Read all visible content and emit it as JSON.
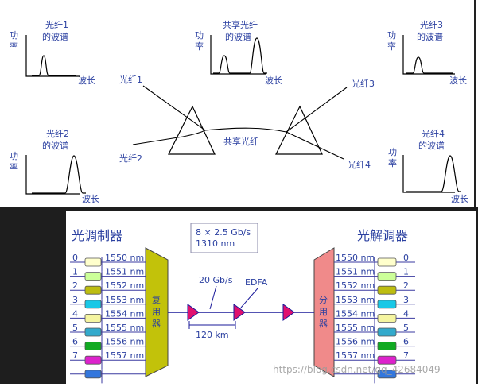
{
  "top": {
    "spectrum_fiber1": {
      "title_line1": "光纤1",
      "title_line2": "的波谱",
      "ylabel_line1": "功",
      "ylabel_line2": "率",
      "xlabel": "波长"
    },
    "spectrum_shared": {
      "title_line1": "共享光纤",
      "title_line2": "的波谱",
      "ylabel_line1": "功",
      "ylabel_line2": "率",
      "xlabel": "波长"
    },
    "spectrum_fiber3": {
      "title_line1": "光纤3",
      "title_line2": "的波谱",
      "ylabel_line1": "功",
      "ylabel_line2": "率",
      "xlabel": "波长"
    },
    "spectrum_fiber2": {
      "title_line1": "光纤2",
      "title_line2": "的波谱",
      "ylabel_line1": "功",
      "ylabel_line2": "率",
      "xlabel": "波长"
    },
    "spectrum_fiber4": {
      "title_line1": "光纤4",
      "title_line2": "的波谱",
      "ylabel_line1": "功",
      "ylabel_line2": "率",
      "xlabel": "波长"
    },
    "fiber_labels": {
      "fiber1": "光纤1",
      "fiber2": "光纤2",
      "fiber3": "光纤3",
      "fiber4": "光纤4",
      "shared": "共享光纤"
    }
  },
  "bottom": {
    "modulator_title": "光调制器",
    "demodulator_title": "光解调器",
    "spec_line1": "8 × 2.5 Gb/s",
    "spec_line2": "1310 nm",
    "rate": "20 Gb/s",
    "amplifier": "EDFA",
    "distance": "120 km",
    "mux_chars": [
      "复",
      "用",
      "器"
    ],
    "demux_chars": [
      "分",
      "用",
      "器"
    ],
    "channels": [
      {
        "index": "0",
        "wavelength": "1550 nm",
        "color": "#ffffcc"
      },
      {
        "index": "1",
        "wavelength": "1551 nm",
        "color": "#ccff99"
      },
      {
        "index": "2",
        "wavelength": "1552 nm",
        "color": "#bdbd10"
      },
      {
        "index": "3",
        "wavelength": "1553 nm",
        "color": "#19c8e6"
      },
      {
        "index": "4",
        "wavelength": "1554 nm",
        "color": "#f5f5a0"
      },
      {
        "index": "5",
        "wavelength": "1555 nm",
        "color": "#33aacc"
      },
      {
        "index": "6",
        "wavelength": "1556 nm",
        "color": "#11aa22"
      },
      {
        "index": "7",
        "wavelength": "1557 nm",
        "color": "#dd22cc"
      },
      {
        "index": "",
        "wavelength": "",
        "color": "#3377dd"
      }
    ],
    "watermark": "https://blog.csdn.net/qq_42684049"
  },
  "colors": {
    "label_blue": "#2a3fa0",
    "mux_fill": "#c2c20a",
    "demux_fill": "#f08a8a",
    "amp_fill": "#e0106e",
    "bottom_bg": "#1e1e1e"
  }
}
